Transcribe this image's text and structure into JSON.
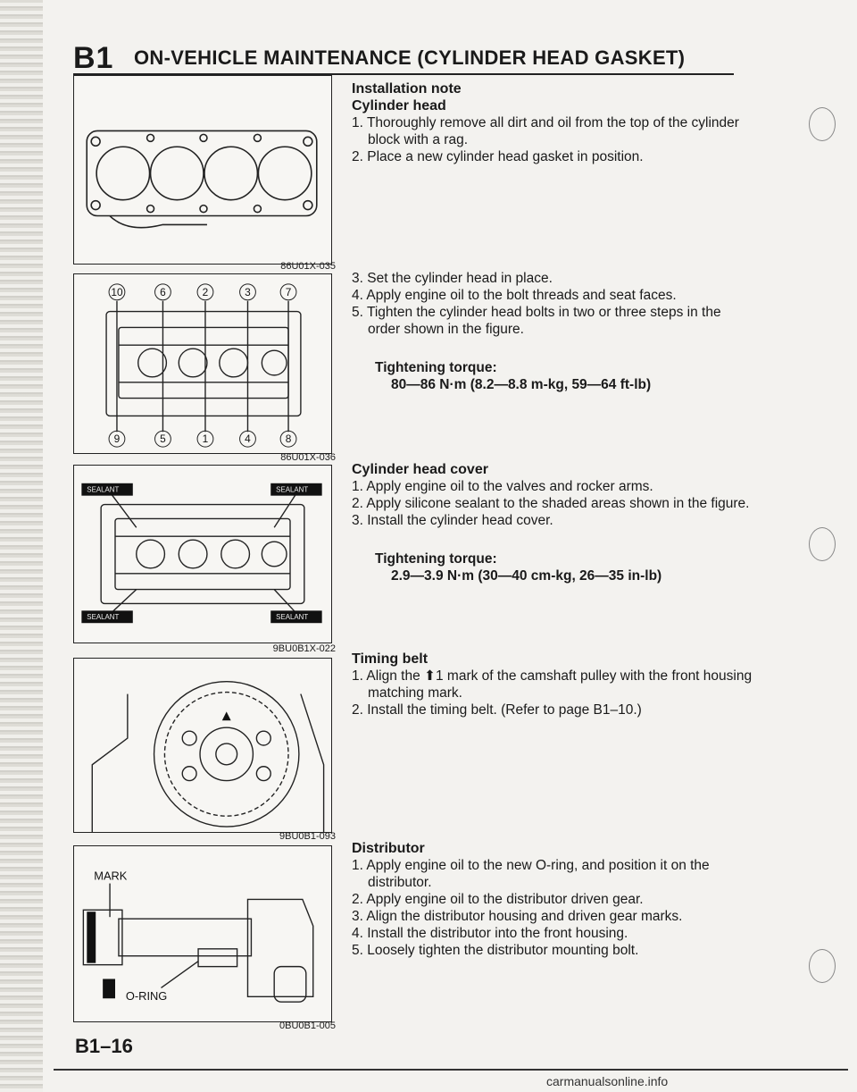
{
  "header": {
    "section_code": "B1",
    "title": "ON-VEHICLE MAINTENANCE (CYLINDER HEAD GASKET)"
  },
  "figures": [
    {
      "label": "86U01X-035",
      "caption": ""
    },
    {
      "label": "86U01X-036",
      "bolt_numbers_top": [
        "10",
        "6",
        "2",
        "3",
        "7"
      ],
      "bolt_numbers_bottom": [
        "9",
        "5",
        "1",
        "4",
        "8"
      ]
    },
    {
      "label": "9BU0B1X-022",
      "tag": "SEALANT"
    },
    {
      "label": "9BU0B1-093"
    },
    {
      "label": "0BU0B1-005",
      "mark_label": "MARK",
      "oring_label": "O-RING"
    }
  ],
  "installation": {
    "heading": "Installation note",
    "cylinder_head": {
      "title": "Cylinder head",
      "steps_a": [
        "1. Thoroughly remove all dirt and oil from the top of the cylinder block with a rag.",
        "2. Place a new cylinder head gasket in position."
      ],
      "steps_b": [
        "3. Set the cylinder head in place.",
        "4. Apply engine oil to the bolt threads and seat faces.",
        "5. Tighten the cylinder head bolts in two or three steps in the order shown in the figure."
      ],
      "torque_label": "Tightening torque:",
      "torque_value": "80—86 N·m (8.2—8.8 m-kg, 59—64 ft-lb)"
    },
    "cylinder_head_cover": {
      "title": "Cylinder head cover",
      "steps": [
        "1. Apply engine oil to the valves and rocker arms.",
        "2. Apply silicone sealant to the shaded areas shown in the figure.",
        "3. Install the cylinder head cover."
      ],
      "torque_label": "Tightening torque:",
      "torque_value": "2.9—3.9 N·m (30—40 cm-kg, 26—35 in-lb)"
    },
    "timing_belt": {
      "title": "Timing belt",
      "steps": [
        "1. Align the ⬆1 mark of the camshaft pulley with the front housing matching mark.",
        "2. Install the timing belt. (Refer to page B1–10.)"
      ]
    },
    "distributor": {
      "title": "Distributor",
      "steps": [
        "1. Apply engine oil to the new O-ring, and position it on the distributor.",
        "2. Apply engine oil to the distributor driven gear.",
        "3. Align the distributor housing and driven gear marks.",
        "4. Install the distributor into the front housing.",
        "5. Loosely tighten the distributor mounting bolt."
      ]
    }
  },
  "footer": {
    "page_number": "B1–16",
    "watermark": "carmanualsonline.info"
  }
}
